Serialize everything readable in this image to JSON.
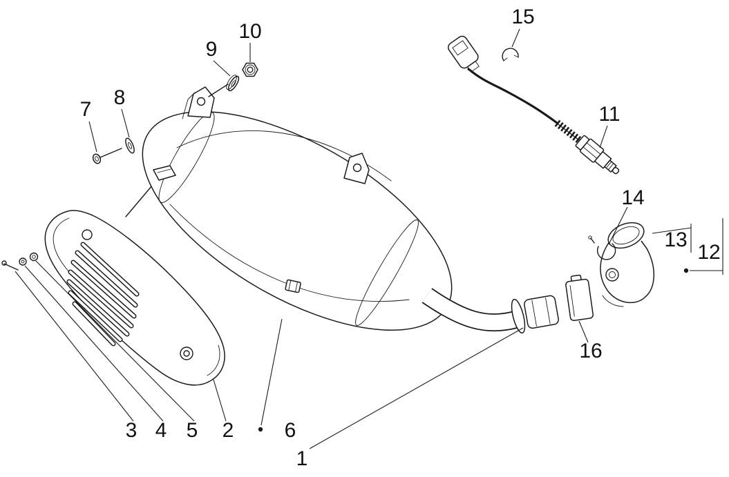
{
  "colors": {
    "background": "#ffffff",
    "line": "#1a1a1a",
    "text": "#111111"
  },
  "callouts": [
    {
      "label": "1"
    },
    {
      "label": "2"
    },
    {
      "label": "3"
    },
    {
      "label": "4"
    },
    {
      "label": "5"
    },
    {
      "label": "6"
    },
    {
      "label": "7"
    },
    {
      "label": "8"
    },
    {
      "label": "9"
    },
    {
      "label": "10"
    },
    {
      "label": "11"
    },
    {
      "label": "12"
    },
    {
      "label": "13"
    },
    {
      "label": "14"
    },
    {
      "label": "15"
    },
    {
      "label": "16"
    }
  ]
}
